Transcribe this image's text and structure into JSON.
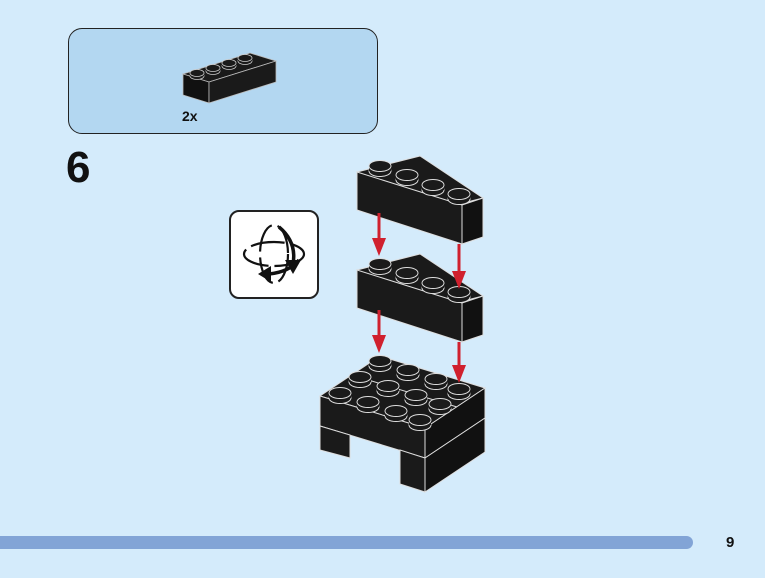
{
  "page": {
    "background_color": "#d4ebfb",
    "page_number": "9"
  },
  "parts_callout": {
    "background_color": "#b3d7f1",
    "items": [
      {
        "part": "brick-1x4",
        "color": "black",
        "quantity_label": "2x"
      }
    ]
  },
  "step": {
    "number": "6",
    "rotate_icon": "rotate-model-icon",
    "arrow_color": "#d0202e",
    "brick_color": "#1a1a1a"
  },
  "footer": {
    "bar_color": "#82a4d6"
  }
}
